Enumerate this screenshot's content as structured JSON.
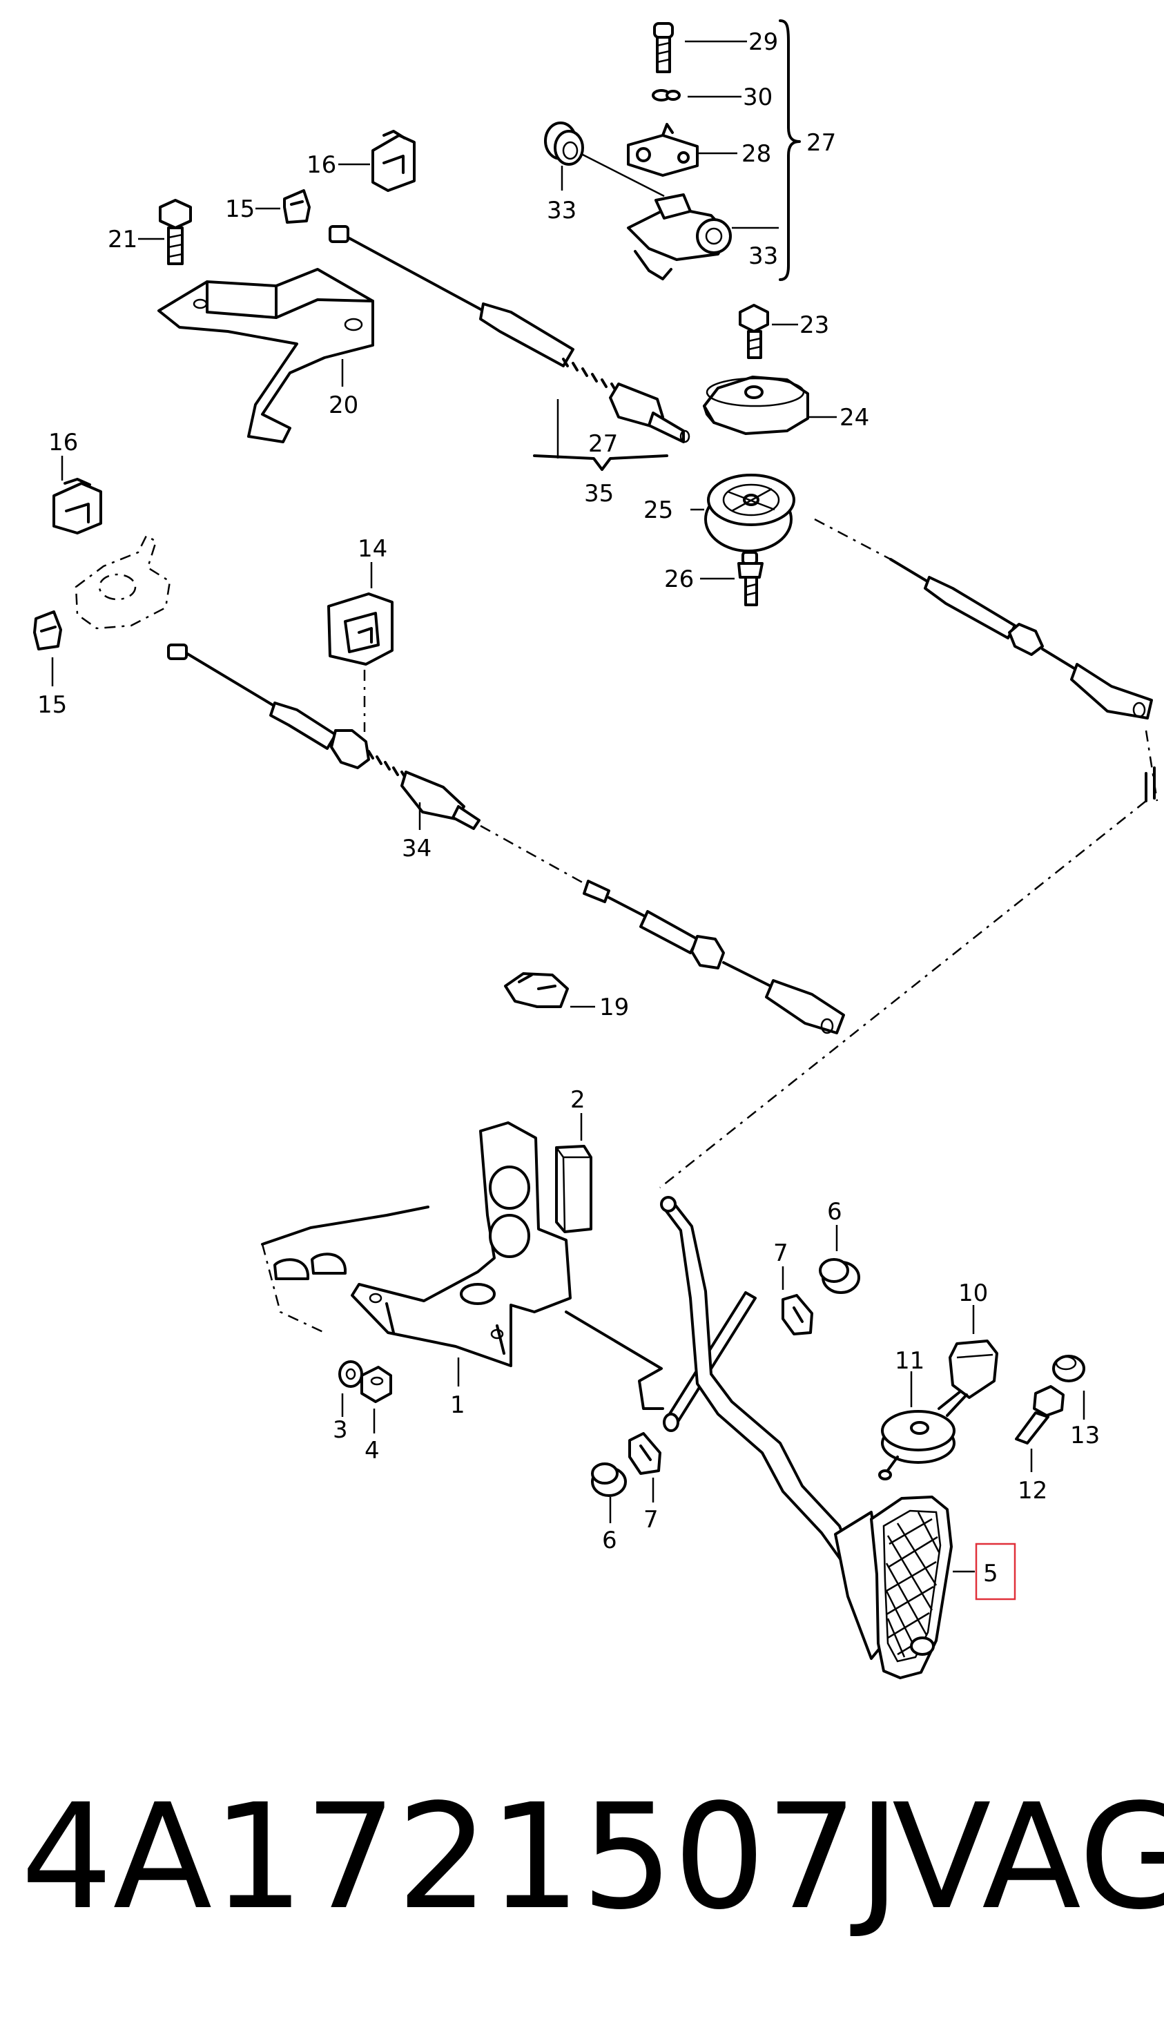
{
  "callouts": {
    "c29": "29",
    "c30": "30",
    "c28": "28",
    "c27a": "27",
    "c33a": "33",
    "c33b": "33",
    "c16a": "16",
    "c15a": "15",
    "c21": "21",
    "c20": "20",
    "c23": "23",
    "c24": "24",
    "c27b": "27",
    "c35": "35",
    "c25": "25",
    "c26": "26",
    "c16b": "16",
    "c14": "14",
    "c15b": "15",
    "c34": "34",
    "c19": "19",
    "c2": "2",
    "c6a": "6",
    "c7a": "7",
    "c10": "10",
    "c11": "11",
    "c1": "1",
    "c3": "3",
    "c4": "4",
    "c13": "13",
    "c12": "12",
    "c6b": "6",
    "c7b": "7",
    "c5": "5"
  },
  "highlight": {
    "callout": "5",
    "color": "#e0303a"
  },
  "footer": {
    "part_number": "4A1721507J",
    "brand": "VAG"
  }
}
